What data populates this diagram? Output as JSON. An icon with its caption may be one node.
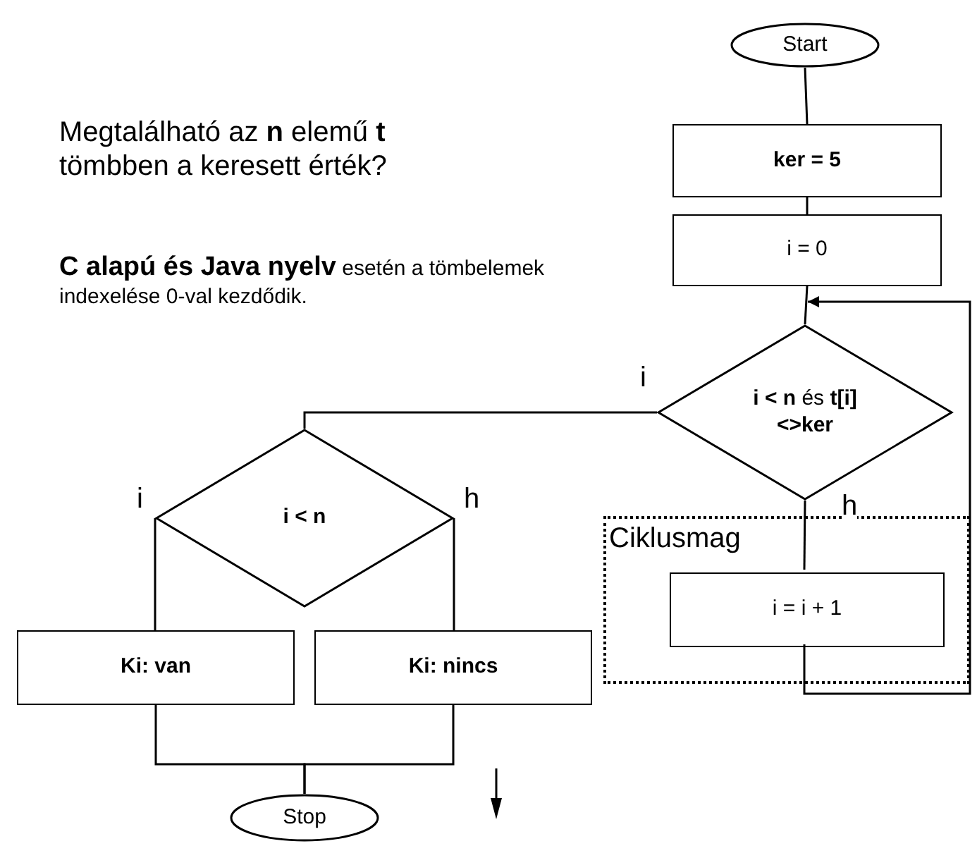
{
  "diagram": {
    "nodes": [
      {
        "text": [
          "Start"
        ]
      },
      {
        "text": [
          "ker = 5"
        ]
      },
      {
        "text": [
          "i = 0"
        ]
      },
      {
        "text": [
          "**i < n** és **t[i]<>ker**"
        ]
      },
      {
        "text": [
          "Ciklusmag"
        ]
      },
      {
        "text": [
          "i = i + 1"
        ],
        "in": 4
      },
      {
        "text": [
          "i < n"
        ]
      },
      {
        "text": [
          "Ki: van"
        ]
      },
      {
        "text": [
          "Ki: nincs"
        ]
      },
      {
        "text": [
          "Stop"
        ]
      }
    ],
    "edges": [
      {
        "from": 0,
        "to": 1,
        "arrow": "none"
      },
      {
        "from": 1,
        "to": 2,
        "arrow": "none"
      },
      {
        "from": 2,
        "to": 3,
        "arrow": "none"
      },
      {
        "from": 3,
        "to": 6,
        "arrow": "none",
        "label": "i"
      },
      {
        "from": 3,
        "to": 5,
        "arrow": "none",
        "label": "h"
      },
      {
        "from": 5,
        "to": 3,
        "arrow": "to"
      },
      {
        "from": 6,
        "to": 7,
        "arrow": "none",
        "label": "i"
      },
      {
        "from": 6,
        "to": 8,
        "arrow": "none",
        "label": "h"
      },
      {
        "from": 7,
        "to": 9,
        "arrow": "none"
      },
      {
        "from": 8,
        "to": 9,
        "arrow": "none"
      }
    ],
    "labels": [
      "Megtalálható az **n** elemű **t** tömbben a keresett érték?",
      "**C alapú és Java nyelv** esetén a tömbelemek indexelése 0-val kezdődik."
    ]
  }
}
